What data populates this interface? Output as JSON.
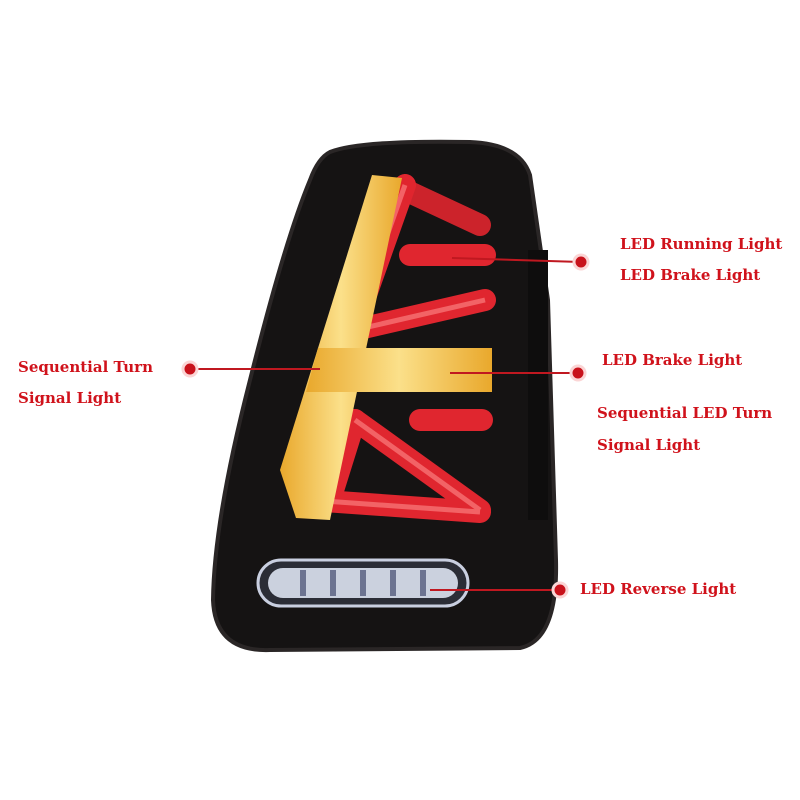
{
  "callouts": {
    "running_brake": {
      "line1": "LED Running Light",
      "line2": "LED Brake Light"
    },
    "turn_left": {
      "line1": "Sequential Turn",
      "line2": "Signal Light"
    },
    "brake": {
      "line1": "LED Brake Light"
    },
    "turn_right": {
      "line1": "Sequential LED Turn",
      "line2": "Signal Light"
    },
    "reverse": {
      "line1": "LED Reverse Light"
    }
  },
  "colors": {
    "label": "#d0121b",
    "housing": "#151313",
    "red_led": "#e0262f",
    "amber_led": "#f5c048",
    "reverse_led": "#e8eefc"
  }
}
